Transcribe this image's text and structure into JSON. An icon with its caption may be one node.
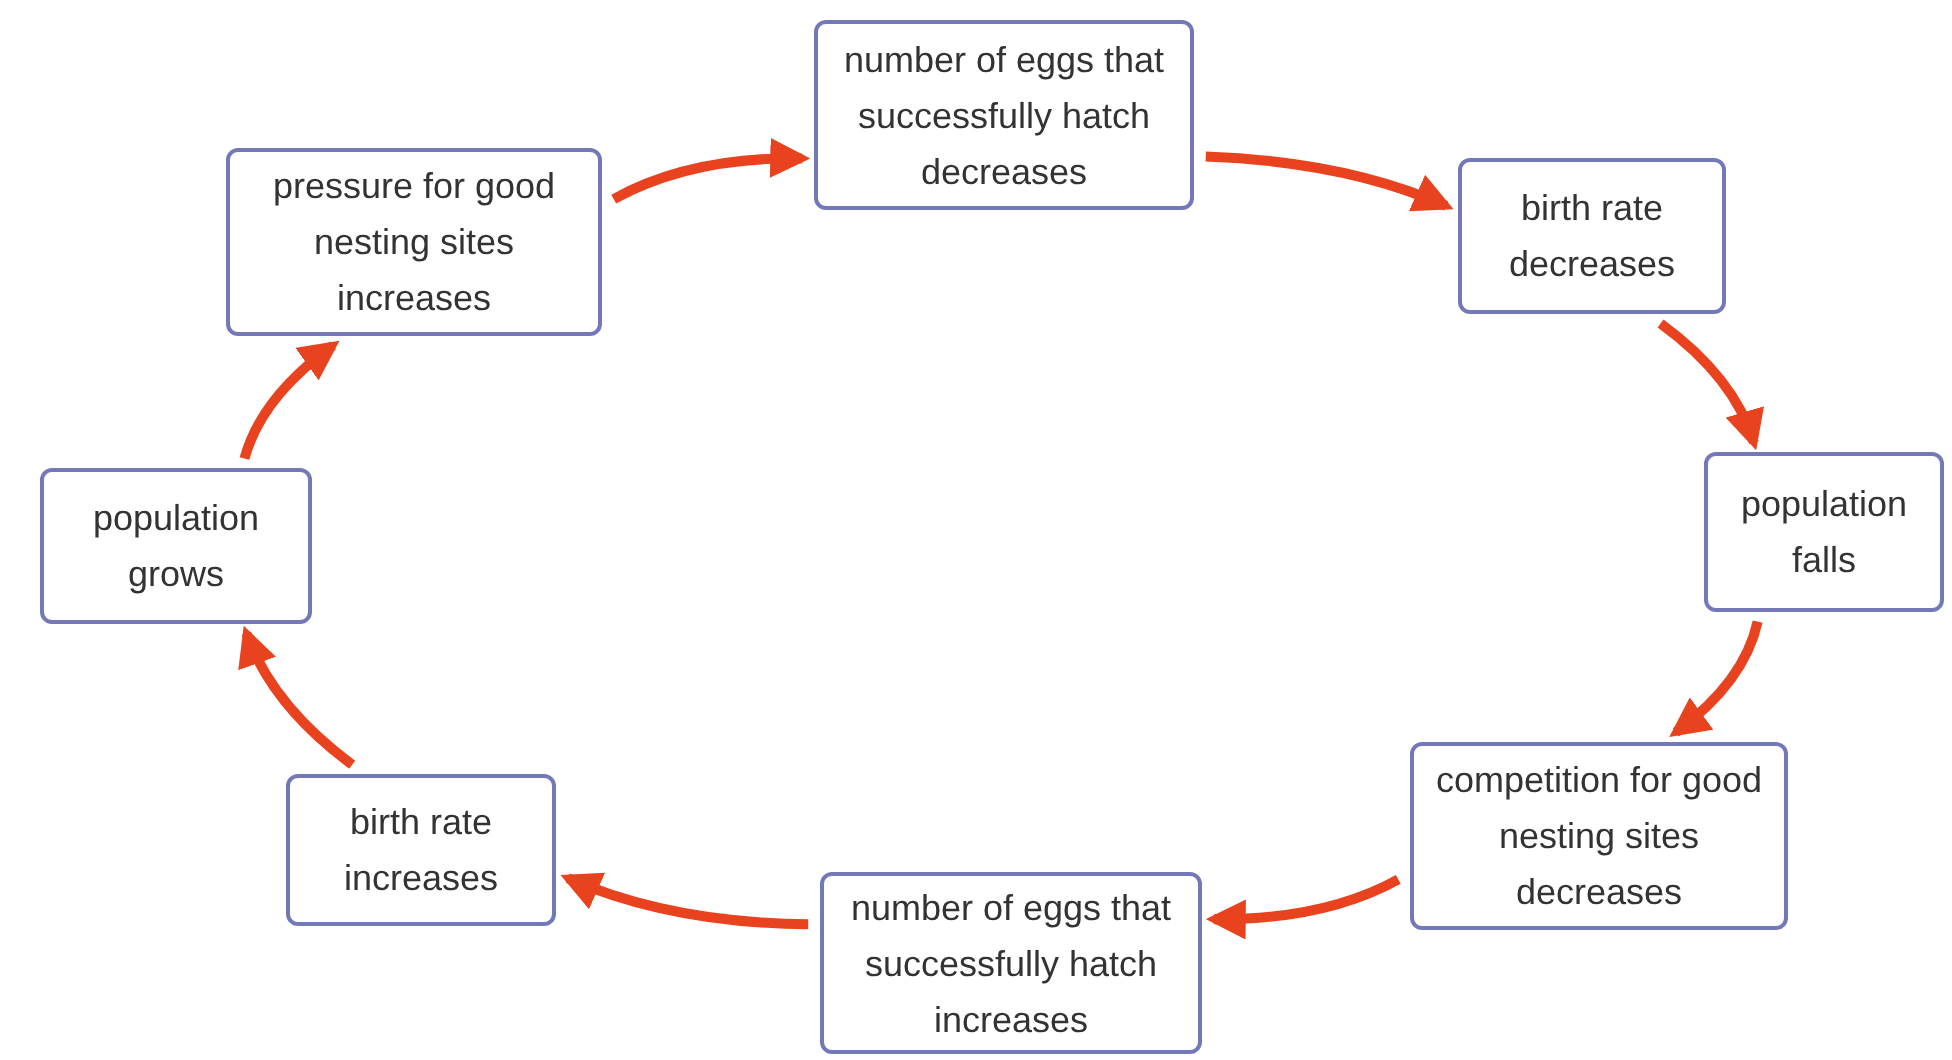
{
  "diagram": {
    "nodes": [
      {
        "text": [
          "pressure for good nesting sites increases"
        ]
      },
      {
        "text": [
          "number of eggs that successfully hatch decreases"
        ]
      },
      {
        "text": [
          "birth rate decreases"
        ]
      },
      {
        "text": [
          "population falls"
        ]
      },
      {
        "text": [
          "competition for good nesting sites decreases"
        ]
      },
      {
        "text": [
          "number of eggs that successfully hatch increases"
        ]
      },
      {
        "text": [
          "birth rate increases"
        ]
      },
      {
        "text": [
          "population grows"
        ]
      }
    ],
    "edges": [
      {
        "from": 0,
        "to": 1,
        "arrow": "to",
        "color": "#e8431e"
      },
      {
        "from": 1,
        "to": 2,
        "arrow": "to",
        "color": "#e8431e"
      },
      {
        "from": 2,
        "to": 3,
        "arrow": "to",
        "color": "#e8431e"
      },
      {
        "from": 3,
        "to": 4,
        "arrow": "to",
        "color": "#e8431e"
      },
      {
        "from": 4,
        "to": 5,
        "arrow": "to",
        "color": "#e8431e"
      },
      {
        "from": 5,
        "to": 6,
        "arrow": "to",
        "color": "#e8431e"
      },
      {
        "from": 6,
        "to": 7,
        "arrow": "to",
        "color": "#e8431e"
      },
      {
        "from": 7,
        "to": 0,
        "arrow": "to",
        "color": "#e8431e"
      }
    ]
  }
}
